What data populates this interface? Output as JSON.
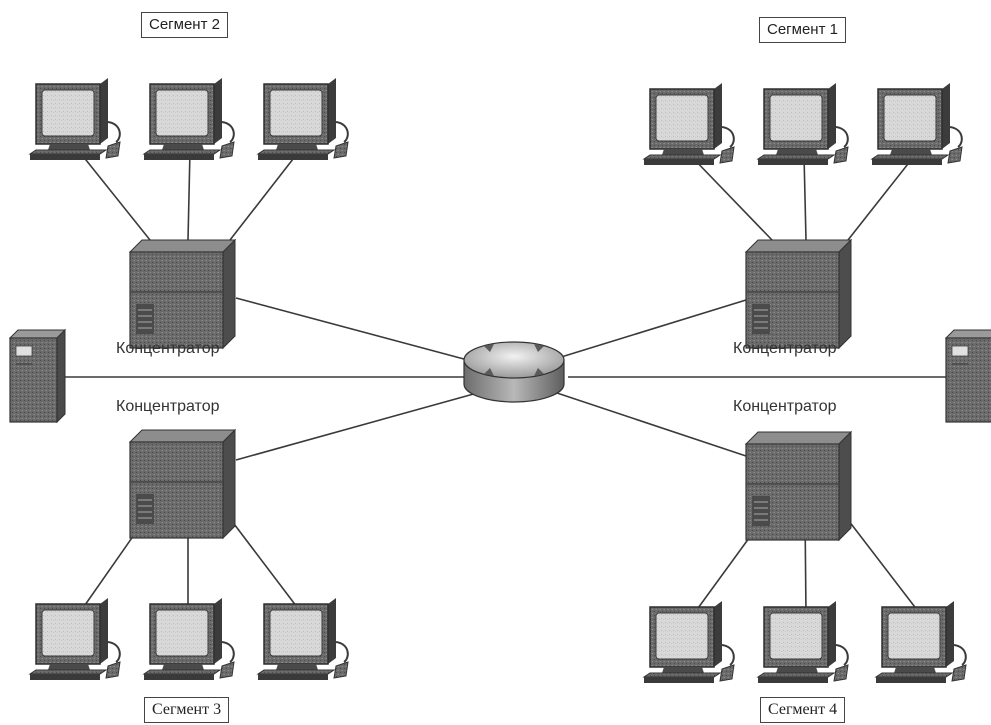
{
  "segments": {
    "seg1": "Сегмент 1",
    "seg2": "Сегмент 2",
    "seg3": "Сегмент 3",
    "seg4": "Сегмент 4"
  },
  "hubs": {
    "top_left": "Концентратор",
    "top_right": "Концентратор",
    "bottom_left": "Концентратор",
    "bottom_right": "Концентратор"
  },
  "icons": {
    "workstation": "workstation-icon",
    "hub": "hub-icon",
    "router": "router-icon",
    "server": "server-icon"
  },
  "colors": {
    "line": "#3a3a3a",
    "device_dark": "#5b5b5b",
    "device_mid": "#8a8a8a",
    "screen": "#dcdcdc"
  }
}
